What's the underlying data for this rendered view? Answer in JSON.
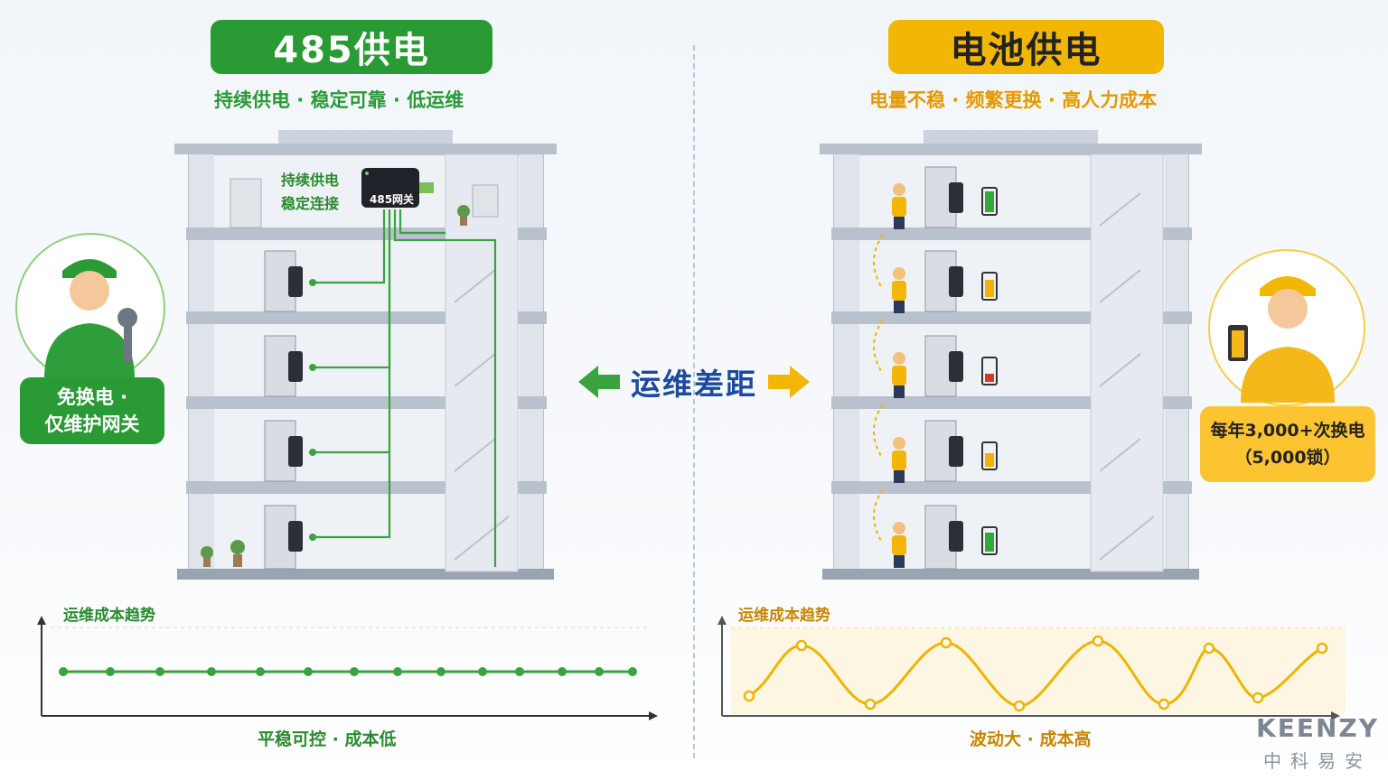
{
  "left": {
    "title": "485供电",
    "tagline": "持续供电 · 稳定可靠 · 低运维",
    "gateway_label": "485网关",
    "gateway_note_1": "持续供电",
    "gateway_note_2": "稳定连接",
    "callout_line_1": "免换电 ·",
    "callout_line_2": "仅维护网关",
    "chart_title": "运维成本趋势",
    "chart_caption": "平稳可控 · 成本低"
  },
  "right": {
    "title": "电池供电",
    "tagline": "电量不稳 · 频繁更换 · 高人力成本",
    "callout_line_1": "每年3,000+次换电",
    "callout_line_2": "（5,000锁）",
    "chart_title": "运维成本趋势",
    "chart_caption": "波动大 · 成本高"
  },
  "center": {
    "gap_label": "运维差距"
  },
  "logo": {
    "en": "KEENZY",
    "cn": "中科易安"
  },
  "colors": {
    "green": "#2a9a35",
    "yellow": "#f2b705",
    "navy": "#1c4a9c"
  },
  "icons": [
    "gateway-icon",
    "door-lock-icon",
    "battery-icon",
    "wrench-icon",
    "worker-icon",
    "arrow-left-icon",
    "arrow-right-icon"
  ],
  "battery_levels": [
    0.9,
    0.7,
    0.3,
    0.6,
    0.8
  ]
}
